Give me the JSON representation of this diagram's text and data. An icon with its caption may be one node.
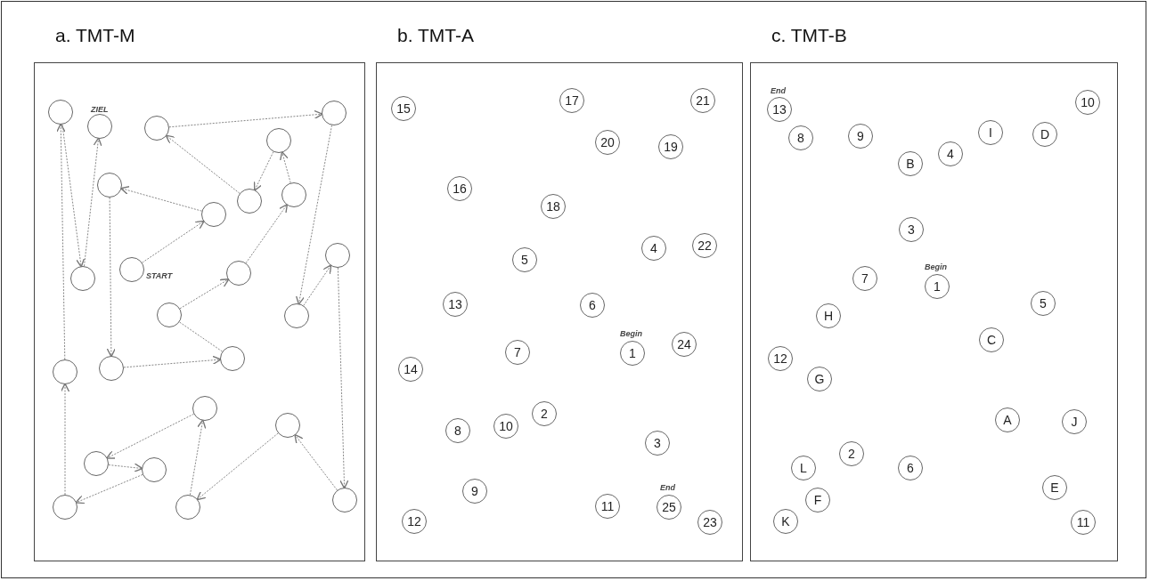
{
  "diagram": {
    "nodes": [
      {
        "text": [
          "a. TMT-M"
        ]
      },
      {
        "text": [],
        "shape": "circle",
        "in": 0
      },
      {
        "text": [],
        "shape": "circle",
        "in": 0,
        "beside": [
          "ZIEL"
        ]
      },
      {
        "text": [],
        "shape": "circle",
        "in": 0
      },
      {
        "text": [],
        "shape": "circle",
        "in": 0
      },
      {
        "text": [],
        "shape": "circle",
        "in": 0
      },
      {
        "text": [],
        "shape": "circle",
        "in": 0
      },
      {
        "text": [],
        "shape": "circle",
        "in": 0
      },
      {
        "text": [],
        "shape": "circle",
        "in": 0
      },
      {
        "text": [],
        "shape": "circle",
        "in": 0
      },
      {
        "text": [],
        "shape": "circle",
        "in": 0
      },
      {
        "text": [],
        "shape": "circle",
        "in": 0,
        "beside": [
          "START"
        ]
      },
      {
        "text": [],
        "shape": "circle",
        "in": 0
      },
      {
        "text": [],
        "shape": "circle",
        "in": 0
      },
      {
        "text": [],
        "shape": "circle",
        "in": 0
      },
      {
        "text": [],
        "shape": "circle",
        "in": 0
      },
      {
        "text": [],
        "shape": "circle",
        "in": 0
      },
      {
        "text": [],
        "shape": "circle",
        "in": 0
      },
      {
        "text": [],
        "shape": "circle",
        "in": 0
      },
      {
        "text": [],
        "shape": "circle",
        "in": 0
      },
      {
        "text": [],
        "shape": "circle",
        "in": 0
      },
      {
        "text": [],
        "shape": "circle",
        "in": 0
      },
      {
        "text": [],
        "shape": "circle",
        "in": 0
      },
      {
        "text": [],
        "shape": "circle",
        "in": 0
      },
      {
        "text": [],
        "shape": "circle",
        "in": 0
      },
      {
        "text": [],
        "shape": "circle",
        "in": 0
      },
      {
        "text": [
          "b. TMT-A"
        ]
      },
      {
        "text": [
          "17"
        ],
        "in": 26
      },
      {
        "text": [
          "21"
        ],
        "in": 26
      },
      {
        "text": [
          "15"
        ],
        "in": 26
      },
      {
        "text": [
          "20"
        ],
        "in": 26
      },
      {
        "text": [
          "19"
        ],
        "in": 26
      },
      {
        "text": [
          "16"
        ],
        "in": 26
      },
      {
        "text": [
          "18"
        ],
        "in": 26
      },
      {
        "text": [
          "22"
        ],
        "in": 26
      },
      {
        "text": [
          "4"
        ],
        "in": 26
      },
      {
        "text": [
          "5"
        ],
        "in": 26
      },
      {
        "text": [
          "13"
        ],
        "in": 26
      },
      {
        "text": [
          "6"
        ],
        "in": 26
      },
      {
        "text": [
          "24"
        ],
        "in": 26
      },
      {
        "text": [
          "7"
        ],
        "in": 26
      },
      {
        "text": [
          "1"
        ],
        "in": 26,
        "beside": [
          "Begin"
        ]
      },
      {
        "text": [
          "14"
        ],
        "in": 26
      },
      {
        "text": [
          "2"
        ],
        "in": 26
      },
      {
        "text": [
          "10"
        ],
        "in": 26
      },
      {
        "text": [
          "8"
        ],
        "in": 26
      },
      {
        "text": [
          "3"
        ],
        "in": 26
      },
      {
        "text": [
          "9"
        ],
        "in": 26
      },
      {
        "text": [
          "11"
        ],
        "in": 26
      },
      {
        "text": [
          "25"
        ],
        "in": 26,
        "beside": [
          "End"
        ]
      },
      {
        "text": [
          "12"
        ],
        "in": 26
      },
      {
        "text": [
          "23"
        ],
        "in": 26
      },
      {
        "text": [
          "c. TMT-B"
        ]
      },
      {
        "text": [
          "10"
        ],
        "in": 52
      },
      {
        "text": [
          "13"
        ],
        "in": 52,
        "beside": [
          "End"
        ]
      },
      {
        "text": [
          "I"
        ],
        "in": 52
      },
      {
        "text": [
          "D"
        ],
        "in": 52
      },
      {
        "text": [
          "9"
        ],
        "in": 52
      },
      {
        "text": [
          "8"
        ],
        "in": 52
      },
      {
        "text": [
          "4"
        ],
        "in": 52
      },
      {
        "text": [
          "B"
        ],
        "in": 52
      },
      {
        "text": [
          "3"
        ],
        "in": 52
      },
      {
        "text": [
          "7"
        ],
        "in": 52
      },
      {
        "text": [
          "1"
        ],
        "in": 52,
        "beside": [
          "Begin"
        ]
      },
      {
        "text": [
          "5"
        ],
        "in": 52
      },
      {
        "text": [
          "H"
        ],
        "in": 52
      },
      {
        "text": [
          "C"
        ],
        "in": 52
      },
      {
        "text": [
          "12"
        ],
        "in": 52
      },
      {
        "text": [
          "G"
        ],
        "in": 52
      },
      {
        "text": [
          "A"
        ],
        "in": 52
      },
      {
        "text": [
          "J"
        ],
        "in": 52
      },
      {
        "text": [
          "2"
        ],
        "in": 52
      },
      {
        "text": [
          "L"
        ],
        "in": 52
      },
      {
        "text": [
          "6"
        ],
        "in": 52
      },
      {
        "text": [
          "E"
        ],
        "in": 52
      },
      {
        "text": [
          "F"
        ],
        "in": 52
      },
      {
        "text": [
          "K"
        ],
        "in": 52
      },
      {
        "text": [
          "11"
        ],
        "in": 52
      }
    ],
    "edges": [
      {
        "from": 11,
        "to": 7,
        "arrow": "to",
        "style": "dashed"
      },
      {
        "from": 7,
        "to": 6,
        "arrow": "to",
        "style": "dashed"
      },
      {
        "from": 6,
        "to": 17,
        "arrow": "to",
        "style": "dashed"
      },
      {
        "from": 17,
        "to": 18,
        "arrow": "to",
        "style": "dashed"
      },
      {
        "from": 18,
        "to": 14,
        "arrow": "none",
        "style": "dashed"
      },
      {
        "from": 14,
        "to": 12,
        "arrow": "to",
        "style": "dashed"
      },
      {
        "from": 12,
        "to": 9,
        "arrow": "to",
        "style": "dashed"
      },
      {
        "from": 9,
        "to": 5,
        "arrow": "to",
        "style": "dashed"
      },
      {
        "from": 5,
        "to": 8,
        "arrow": "to",
        "style": "dashed"
      },
      {
        "from": 8,
        "to": 3,
        "arrow": "to",
        "style": "dashed"
      },
      {
        "from": 3,
        "to": 4,
        "arrow": "to",
        "style": "dashed"
      },
      {
        "from": 4,
        "to": 15,
        "arrow": "to",
        "style": "dashed"
      },
      {
        "from": 15,
        "to": 13,
        "arrow": "to",
        "style": "dashed"
      },
      {
        "from": 13,
        "to": 25,
        "arrow": "to",
        "style": "dashed"
      },
      {
        "from": 25,
        "to": 20,
        "arrow": "to",
        "style": "dashed"
      },
      {
        "from": 20,
        "to": 24,
        "arrow": "to",
        "style": "dashed"
      },
      {
        "from": 24,
        "to": 19,
        "arrow": "to",
        "style": "dashed"
      },
      {
        "from": 19,
        "to": 21,
        "arrow": "to",
        "style": "dashed"
      },
      {
        "from": 21,
        "to": 22,
        "arrow": "to",
        "style": "dashed"
      },
      {
        "from": 22,
        "to": 23,
        "arrow": "to",
        "style": "dashed"
      },
      {
        "from": 23,
        "to": 16,
        "arrow": "to",
        "style": "dashed"
      },
      {
        "from": 16,
        "to": 1,
        "arrow": "to",
        "style": "dashed"
      },
      {
        "from": 1,
        "to": 10,
        "arrow": "to",
        "style": "dashed"
      },
      {
        "from": 10,
        "to": 2,
        "arrow": "to",
        "style": "dashed"
      }
    ]
  }
}
